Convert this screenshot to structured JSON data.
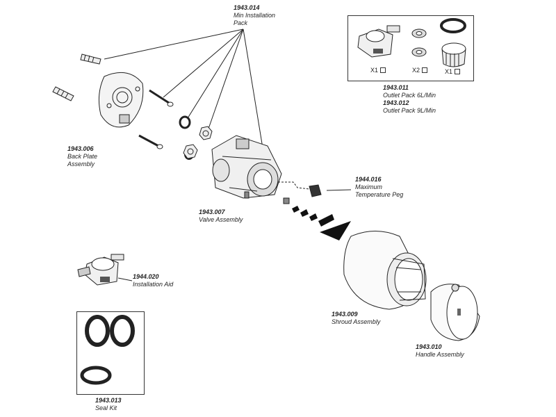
{
  "parts": {
    "min_installation_pack": {
      "code": "1943.014",
      "line1": "Min Installation",
      "line2": "Pack"
    },
    "outlet_pack_6": {
      "code": "1943.011",
      "name": "Outlet Pack 6L/Min"
    },
    "outlet_pack_9": {
      "code": "1943.012",
      "name": "Outlet Pack 9L/Min"
    },
    "back_plate": {
      "code": "1943.006",
      "line1": "Back Plate",
      "line2": "Assembly"
    },
    "max_temp_peg": {
      "code": "1944.016",
      "line1": "Maximum",
      "line2": "Temperature Peg"
    },
    "valve": {
      "code": "1943.007",
      "name": "Valve Assembly"
    },
    "installation_aid": {
      "code": "1944.020",
      "name": "Installation Aid"
    },
    "shroud": {
      "code": "1943.009",
      "name": "Shroud Assembly"
    },
    "handle": {
      "code": "1943.010",
      "name": "Handle Assembly"
    },
    "seal_kit": {
      "code": "1943.013",
      "name": "Seal Kit"
    }
  },
  "outlet_box_quantities": [
    "X1",
    "X2",
    "X1"
  ],
  "colors": {
    "line": "#222222",
    "shade": "#cfcfcf",
    "dark": "#555555"
  }
}
